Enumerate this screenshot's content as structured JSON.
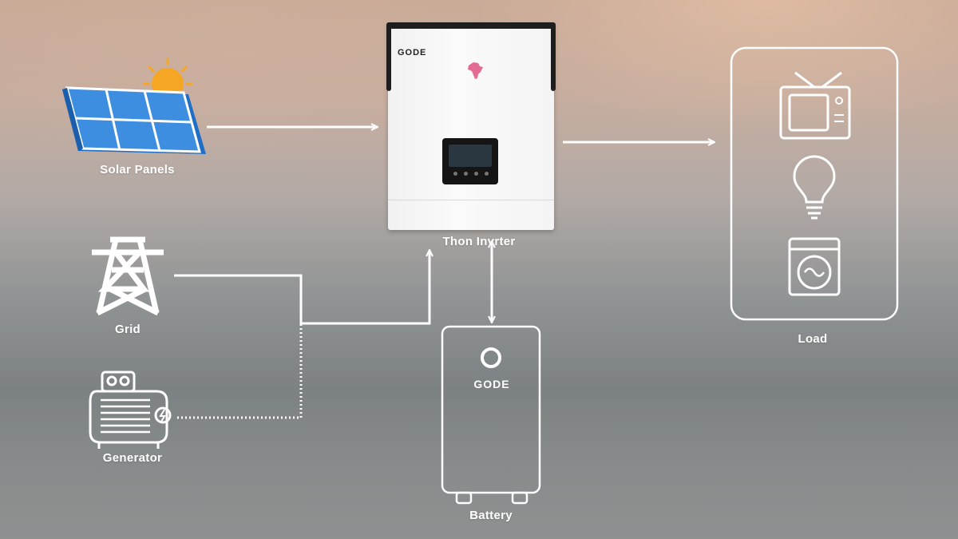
{
  "nodes": {
    "solar": {
      "label": "Solar Panels"
    },
    "grid": {
      "label": "Grid"
    },
    "generator": {
      "label": "Generator"
    },
    "inverter": {
      "label": "Thon Invrter",
      "brand": "GODE"
    },
    "battery": {
      "label": "Battery",
      "brand": "GODE"
    },
    "load": {
      "label": "Load"
    }
  },
  "colors": {
    "line": "#ffffff",
    "solar_panel": "#2f7fd0",
    "sun": "#f5a623",
    "africa_map": "#e36b93"
  }
}
